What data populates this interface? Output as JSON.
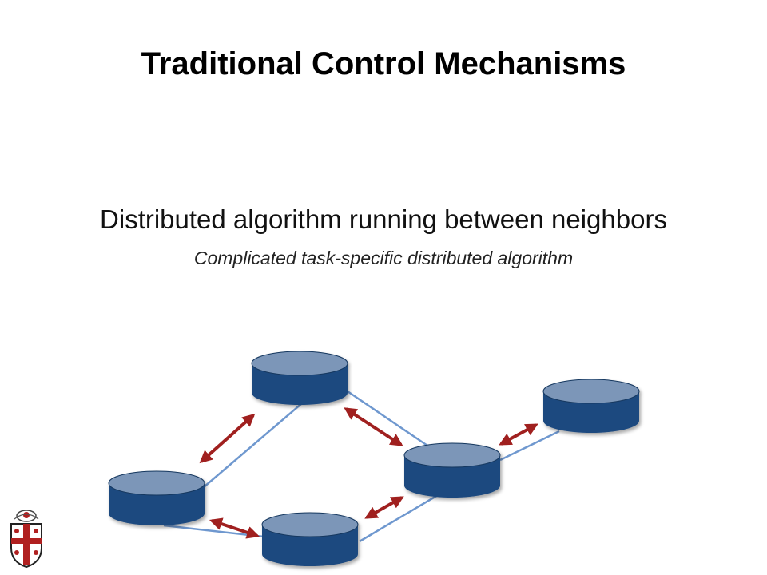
{
  "slide": {
    "title": "Traditional Control Mechanisms",
    "subtitle": "Distributed algorithm running between neighbors",
    "note": "Complicated task-specific distributed algorithm"
  },
  "diagram": {
    "nodes": [
      "router-top",
      "router-left",
      "router-bottom",
      "router-middle",
      "router-right"
    ],
    "links": [
      [
        "router-top",
        "router-left"
      ],
      [
        "router-top",
        "router-middle"
      ],
      [
        "router-left",
        "router-bottom"
      ],
      [
        "router-bottom",
        "router-middle"
      ],
      [
        "router-middle",
        "router-right"
      ]
    ],
    "colors": {
      "node_top": "#7b96b8",
      "node_body": "#1f4a7f",
      "node_edge": "#15375f",
      "link": "#6f98cf",
      "arrow": "#a0201f"
    }
  },
  "logo": {
    "name": "university-shield-icon"
  }
}
